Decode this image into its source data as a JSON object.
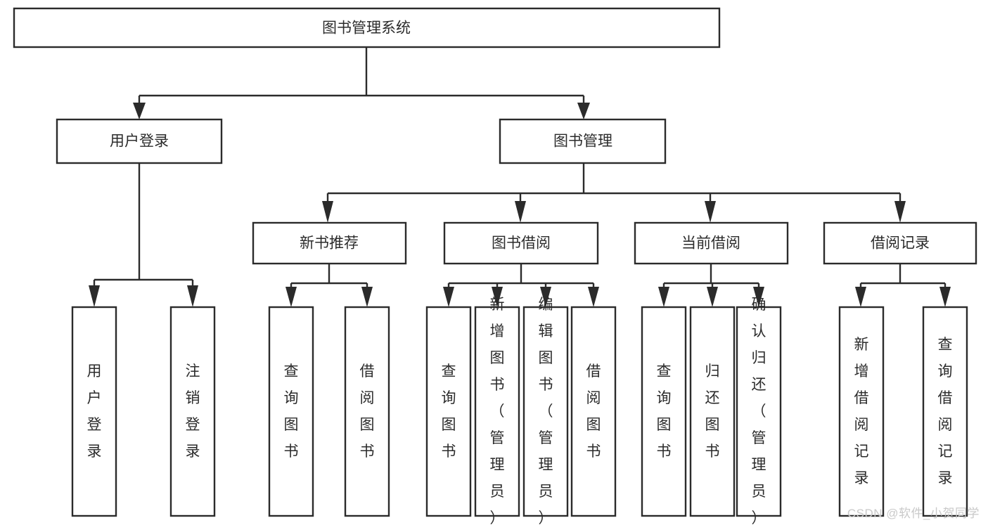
{
  "diagram": {
    "type": "tree",
    "title": "图书管理系统",
    "orientation": "top-down",
    "colors": {
      "box_stroke": "#2b2b2b",
      "box_fill": "#ffffff",
      "text": "#2b2b2b",
      "background": "#ffffff",
      "watermark": "#c9c9c9"
    },
    "root": {
      "label": "图书管理系统"
    },
    "level2": [
      {
        "label": "用户登录"
      },
      {
        "label": "图书管理"
      }
    ],
    "level3": [
      {
        "label": "新书推荐"
      },
      {
        "label": "图书借阅"
      },
      {
        "label": "当前借阅"
      },
      {
        "label": "借阅记录"
      }
    ],
    "leaves": {
      "user_login": [
        {
          "label": "用户登录"
        },
        {
          "label": "注销登录"
        }
      ],
      "new_book_recommend": [
        {
          "label": "查询图书"
        },
        {
          "label": "借阅图书"
        }
      ],
      "book_borrow": [
        {
          "label": "查询图书"
        },
        {
          "label": "新增图书（管理员）"
        },
        {
          "label": "编辑图书（管理员）"
        },
        {
          "label": "借阅图书"
        }
      ],
      "current_borrow": [
        {
          "label": "查询图书"
        },
        {
          "label": "归还图书"
        },
        {
          "label": "确认归还（管理员）"
        }
      ],
      "borrow_records": [
        {
          "label": "新增借阅记录"
        },
        {
          "label": "查询借阅记录"
        }
      ]
    }
  },
  "watermark": {
    "text": "CSDN @软件_小贺同学"
  }
}
